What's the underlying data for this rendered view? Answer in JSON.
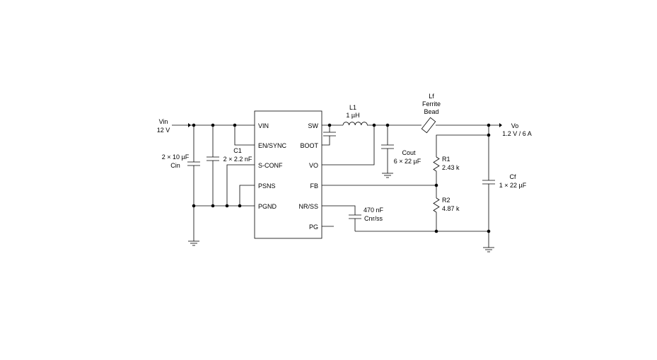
{
  "input": {
    "name": "Vin",
    "value": "12 V"
  },
  "output": {
    "name": "Vo",
    "value": "1.2 V / 6 A"
  },
  "ic": {
    "pins_left": [
      "VIN",
      "EN/SYNC",
      "S-CONF",
      "PSNS",
      "PGND"
    ],
    "pins_right": [
      "SW",
      "BOOT",
      "VO",
      "FB",
      "NR/SS",
      "PG"
    ]
  },
  "components": {
    "cin": {
      "value": "2 × 10 µF",
      "name": "Cin"
    },
    "c1": {
      "name": "C1",
      "value": "2 × 2.2 nF"
    },
    "l1": {
      "name": "L1",
      "value": "1 µH"
    },
    "cout": {
      "name": "Cout",
      "value": "6 × 22 µF"
    },
    "lf": {
      "name": "Lf",
      "line2": "Ferrite",
      "line3": "Bead"
    },
    "r1": {
      "name": "R1",
      "value": "2.43 k"
    },
    "r2": {
      "name": "R2",
      "value": "4.87 k"
    },
    "cf": {
      "name": "Cf",
      "value": "1 × 22 µF"
    },
    "cnr": {
      "value": "470 nF",
      "name": "Cnr/ss"
    }
  }
}
